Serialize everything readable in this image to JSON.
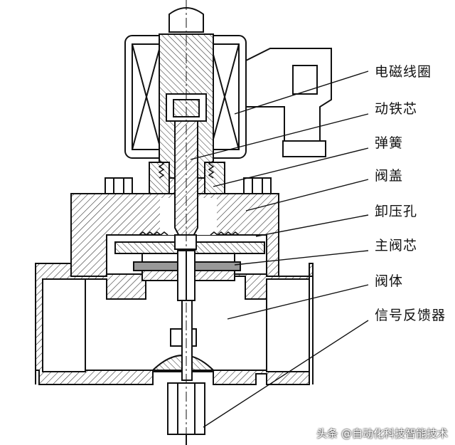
{
  "diagram": {
    "labels": [
      {
        "key": "coil",
        "text": "电磁线圈"
      },
      {
        "key": "moving_core",
        "text": "动铁芯"
      },
      {
        "key": "spring",
        "text": "弹簧"
      },
      {
        "key": "bonnet",
        "text": "阀盖"
      },
      {
        "key": "pressure_relief_hole",
        "text": "卸压孔"
      },
      {
        "key": "main_valve_core",
        "text": "主阀芯"
      },
      {
        "key": "valve_body",
        "text": "阀体"
      },
      {
        "key": "signal_feedback",
        "text": "信号反馈器"
      }
    ],
    "watermark": "头条 @自动化科技智能技术"
  }
}
